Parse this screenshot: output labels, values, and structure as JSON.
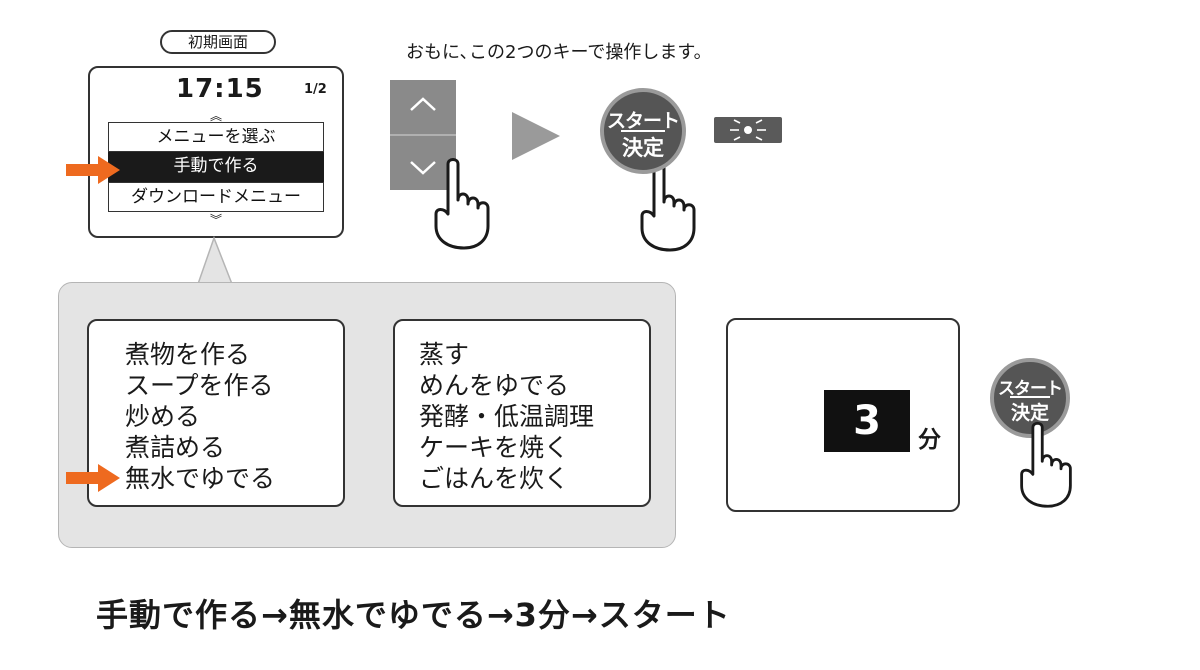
{
  "initial_screen": {
    "label": "初期画面",
    "time": "17:15",
    "page": "1/2",
    "up_indicator": "︽",
    "down_indicator": "︾",
    "menu_items": [
      {
        "label": "メニューを選ぶ",
        "selected": false
      },
      {
        "label": "手動で作る",
        "selected": true
      },
      {
        "label": "ダウンロードメニュー",
        "selected": false
      }
    ]
  },
  "instruction": "おもに､この2つのキーで操作します。",
  "keys": {
    "updown": {
      "up": "︿",
      "down": "﹀"
    },
    "start": {
      "line1": "スタート",
      "line2": "決定"
    }
  },
  "submenu_left": [
    "煮物を作る",
    "スープを作る",
    "炒める",
    "煮詰める",
    "無水でゆでる"
  ],
  "submenu_left_selected_index": 4,
  "submenu_right": [
    "蒸す",
    "めんをゆでる",
    "発酵・低温調理",
    "ケーキを焼く",
    "ごはんを炊く"
  ],
  "timer": {
    "value": "3",
    "unit": "分"
  },
  "summary": "手動で作る→無水でゆでる→3分→スタート",
  "colors": {
    "accent_arrow": "#ee6a1f",
    "key_gray": "#8a8a8a",
    "button_dark": "#555555"
  },
  "icons": [
    "arrow-right-icon",
    "hand-pointer-icon",
    "play-arrow-icon",
    "led-indicator-icon"
  ]
}
